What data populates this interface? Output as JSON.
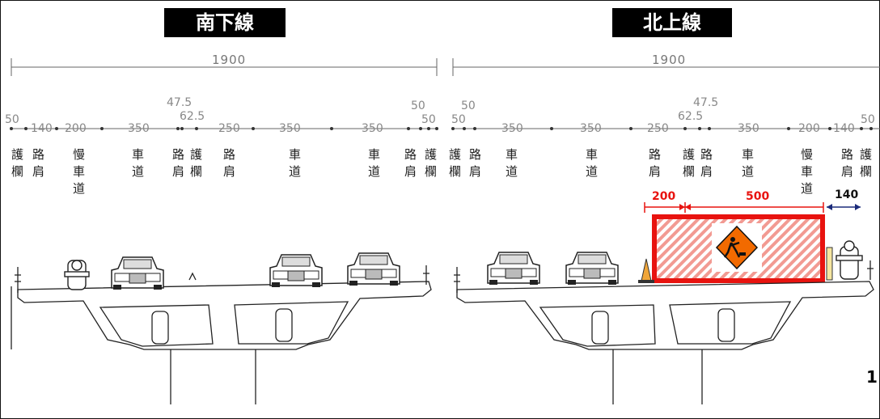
{
  "titles": {
    "southbound": "南下線",
    "northbound": "北上線"
  },
  "page_number": "1",
  "colors": {
    "work_zone": "#e8130f",
    "dim_blue": "#1b2b7a",
    "line": "#333333"
  },
  "southbound": {
    "total": "1900",
    "dims": [
      "50",
      "140",
      "200",
      "350",
      "47.5",
      "62.5",
      "250",
      "350",
      "350",
      "50",
      "50"
    ],
    "labels": [
      [
        "護",
        "欄"
      ],
      [
        "路",
        "肩"
      ],
      [
        "慢",
        "車",
        "道"
      ],
      [
        "車",
        "道"
      ],
      [
        "路",
        "肩"
      ],
      [
        "護",
        "欄"
      ],
      [
        "路",
        "肩"
      ],
      [
        "車",
        "道"
      ],
      [
        "車",
        "道"
      ],
      [
        "路",
        "肩"
      ],
      [
        "護",
        "欄"
      ]
    ]
  },
  "northbound": {
    "total": "1900",
    "dims": [
      "50",
      "50",
      "350",
      "350",
      "250",
      "62.5",
      "47.5",
      "350",
      "200",
      "140",
      "50"
    ],
    "labels": [
      [
        "護",
        "欄"
      ],
      [
        "路",
        "肩"
      ],
      [
        "車",
        "道"
      ],
      [
        "車",
        "道"
      ],
      [
        "路",
        "肩"
      ],
      [
        "護",
        "欄"
      ],
      [
        "路",
        "肩"
      ],
      [
        "車",
        "道"
      ],
      [
        "慢",
        "車",
        "道"
      ],
      [
        "路",
        "肩"
      ],
      [
        "護",
        "欄"
      ]
    ]
  },
  "work_zone": {
    "shoulder_width": "200",
    "zone_width": "500",
    "remaining_width": "140",
    "sign_icon": "road-work-sign-icon"
  }
}
